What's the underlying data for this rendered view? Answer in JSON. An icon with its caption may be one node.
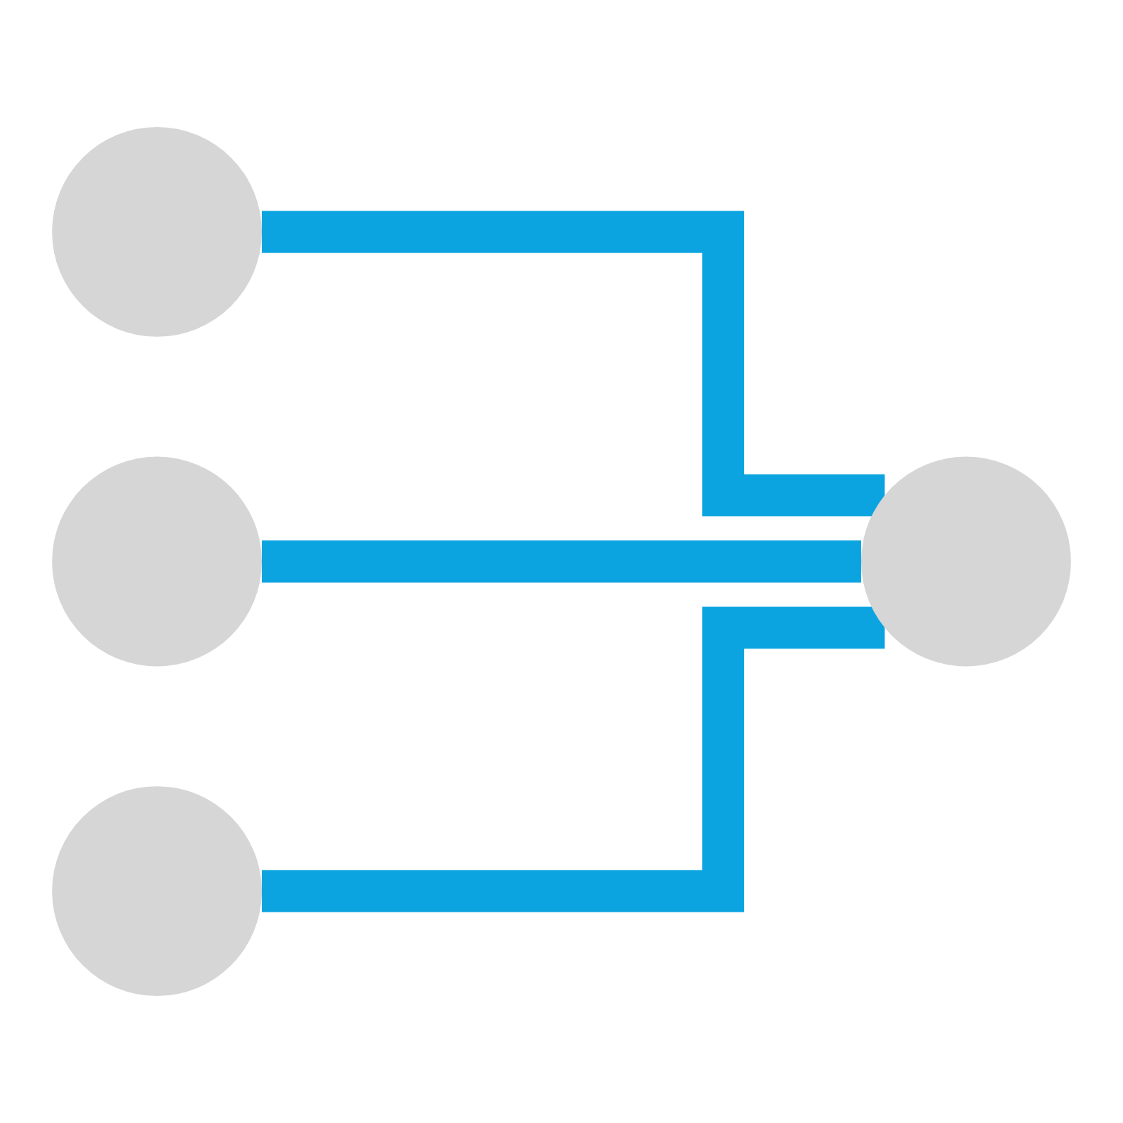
{
  "diagram": {
    "nodes": [
      {
        "text": [],
        "shape": "circle"
      },
      {
        "text": [],
        "shape": "circle"
      },
      {
        "text": [],
        "shape": "circle"
      },
      {
        "text": [],
        "shape": "circle"
      }
    ],
    "edges": [
      {
        "from": 0,
        "to": 3,
        "arrow": "none"
      },
      {
        "from": 1,
        "to": 3,
        "arrow": "none"
      },
      {
        "from": 2,
        "to": 3,
        "arrow": "none"
      }
    ]
  }
}
